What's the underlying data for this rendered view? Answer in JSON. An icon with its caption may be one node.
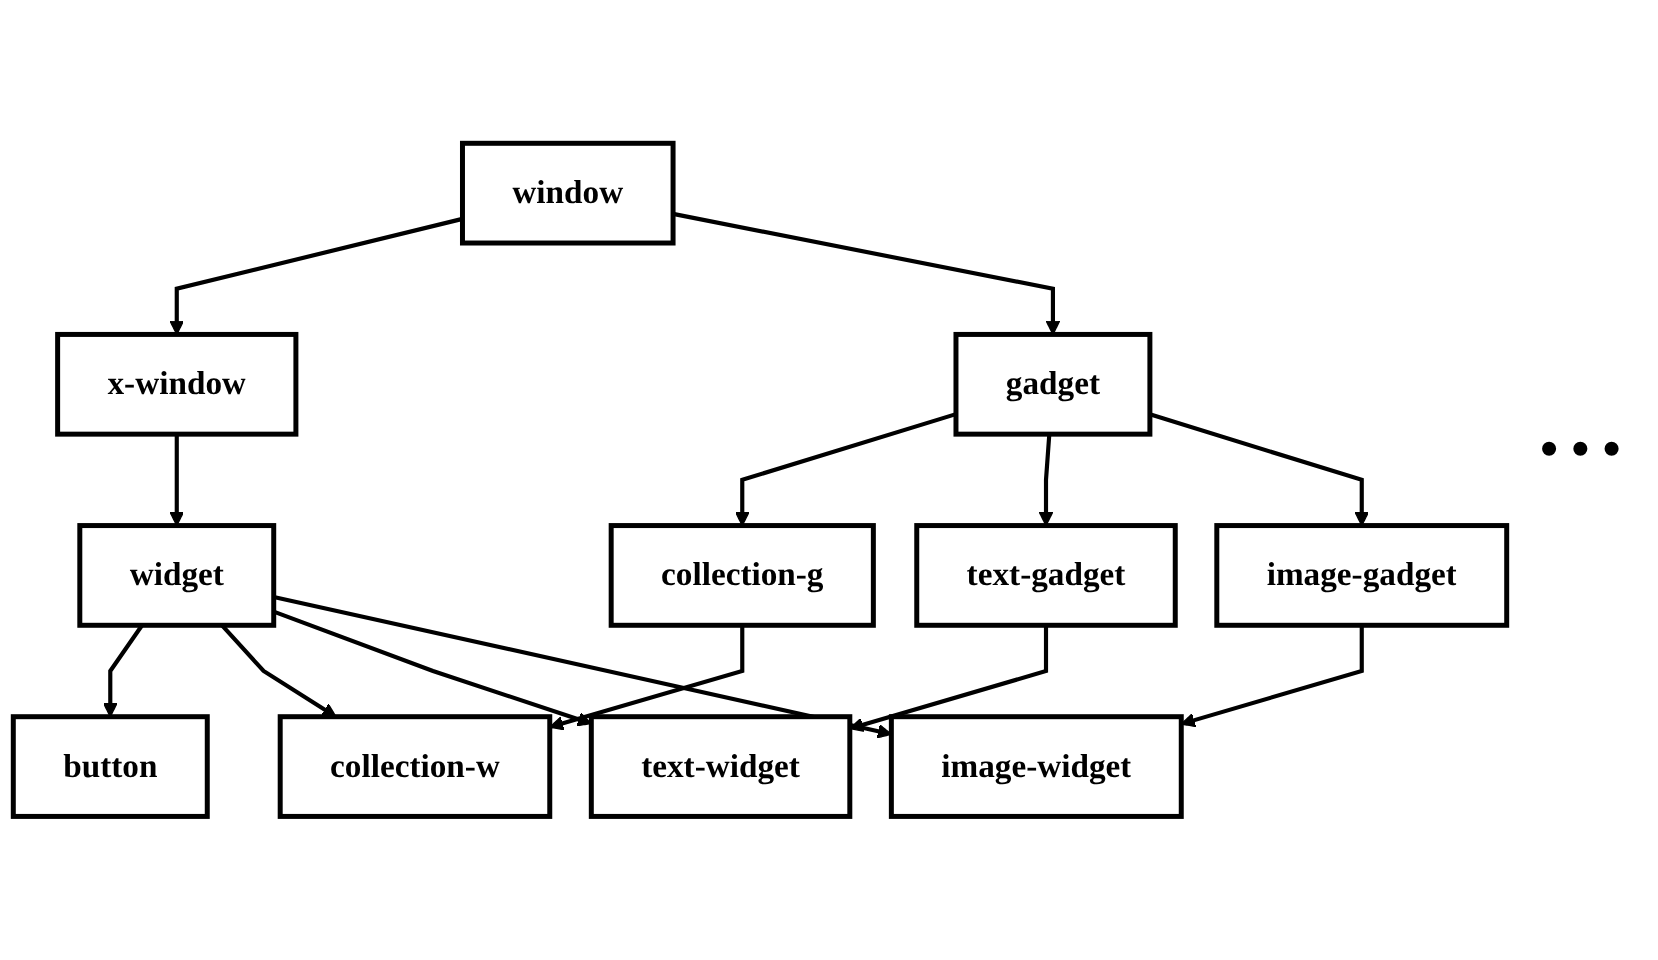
{
  "diagram": {
    "nodes": [
      {
        "text": [
          "window"
        ]
      },
      {
        "text": [
          "x-window"
        ]
      },
      {
        "text": [
          "gadget"
        ]
      },
      {
        "text": [
          "widget"
        ]
      },
      {
        "text": [
          "collection-g"
        ]
      },
      {
        "text": [
          "text-gadget"
        ]
      },
      {
        "text": [
          "image-gadget"
        ]
      },
      {
        "text": [
          "button"
        ]
      },
      {
        "text": [
          "collection-w"
        ]
      },
      {
        "text": [
          "text-widget"
        ]
      },
      {
        "text": [
          "image-widget"
        ]
      }
    ],
    "edges": [
      {
        "from": 0,
        "to": 1,
        "arrow": "to"
      },
      {
        "from": 0,
        "to": 2,
        "arrow": "to"
      },
      {
        "from": 1,
        "to": 3,
        "arrow": "to"
      },
      {
        "from": 2,
        "to": 4,
        "arrow": "to"
      },
      {
        "from": 2,
        "to": 5,
        "arrow": "to"
      },
      {
        "from": 2,
        "to": 6,
        "arrow": "to"
      },
      {
        "from": 3,
        "to": 7,
        "arrow": "to"
      },
      {
        "from": 3,
        "to": 8,
        "arrow": "to"
      },
      {
        "from": 3,
        "to": 9,
        "arrow": "to"
      },
      {
        "from": 3,
        "to": 10,
        "arrow": "to"
      },
      {
        "from": 4,
        "to": 8,
        "arrow": "to"
      },
      {
        "from": 5,
        "to": 9,
        "arrow": "to"
      },
      {
        "from": 6,
        "to": 10,
        "arrow": "to"
      }
    ],
    "labels": [
      "• • •"
    ]
  }
}
